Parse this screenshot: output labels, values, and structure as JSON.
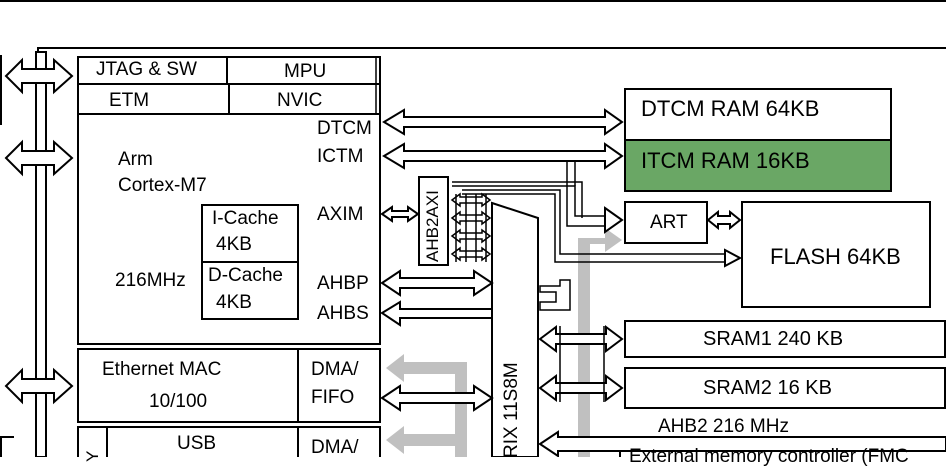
{
  "core": {
    "jtag": "JTAG & SW",
    "mpu": "MPU",
    "etm": "ETM",
    "nvic": "NVIC",
    "name_line1": "Arm",
    "name_line2": "Cortex-M7",
    "freq": "216MHz",
    "icache_line1": "I-Cache",
    "icache_line2": "4KB",
    "dcache_line1": "D-Cache",
    "dcache_line2": "4KB",
    "ports": {
      "dtcm": "DTCM",
      "ictm": "ICTM",
      "axim": "AXIM",
      "ahbp": "AHBP",
      "ahbs": "AHBS"
    }
  },
  "memories": {
    "dtcm_ram": "DTCM RAM 64KB",
    "itcm_ram": "ITCM RAM 16KB",
    "art": "ART",
    "flash": "FLASH 64KB",
    "sram1": "SRAM1 240 KB",
    "sram2": "SRAM2 16 KB",
    "ahb2": "AHB2 216 MHz",
    "fmc_partial": "External memory controller (FMC"
  },
  "bridge": {
    "ahb2axi": "AHB2AXI"
  },
  "bus_matrix": {
    "label_partial": "RIX 11S8M"
  },
  "peripherals": {
    "ethernet_line1": "Ethernet MAC",
    "ethernet_line2": "10/100",
    "dma_line1": "DMA/",
    "dma_line2": "FIFO",
    "usb": "USB",
    "usb_dma": "DMA/",
    "usb_side": "Y"
  },
  "colors": {
    "itcm_fill": "#6aa765",
    "gray_bus": "#c0c0c0",
    "line": "#000000"
  }
}
